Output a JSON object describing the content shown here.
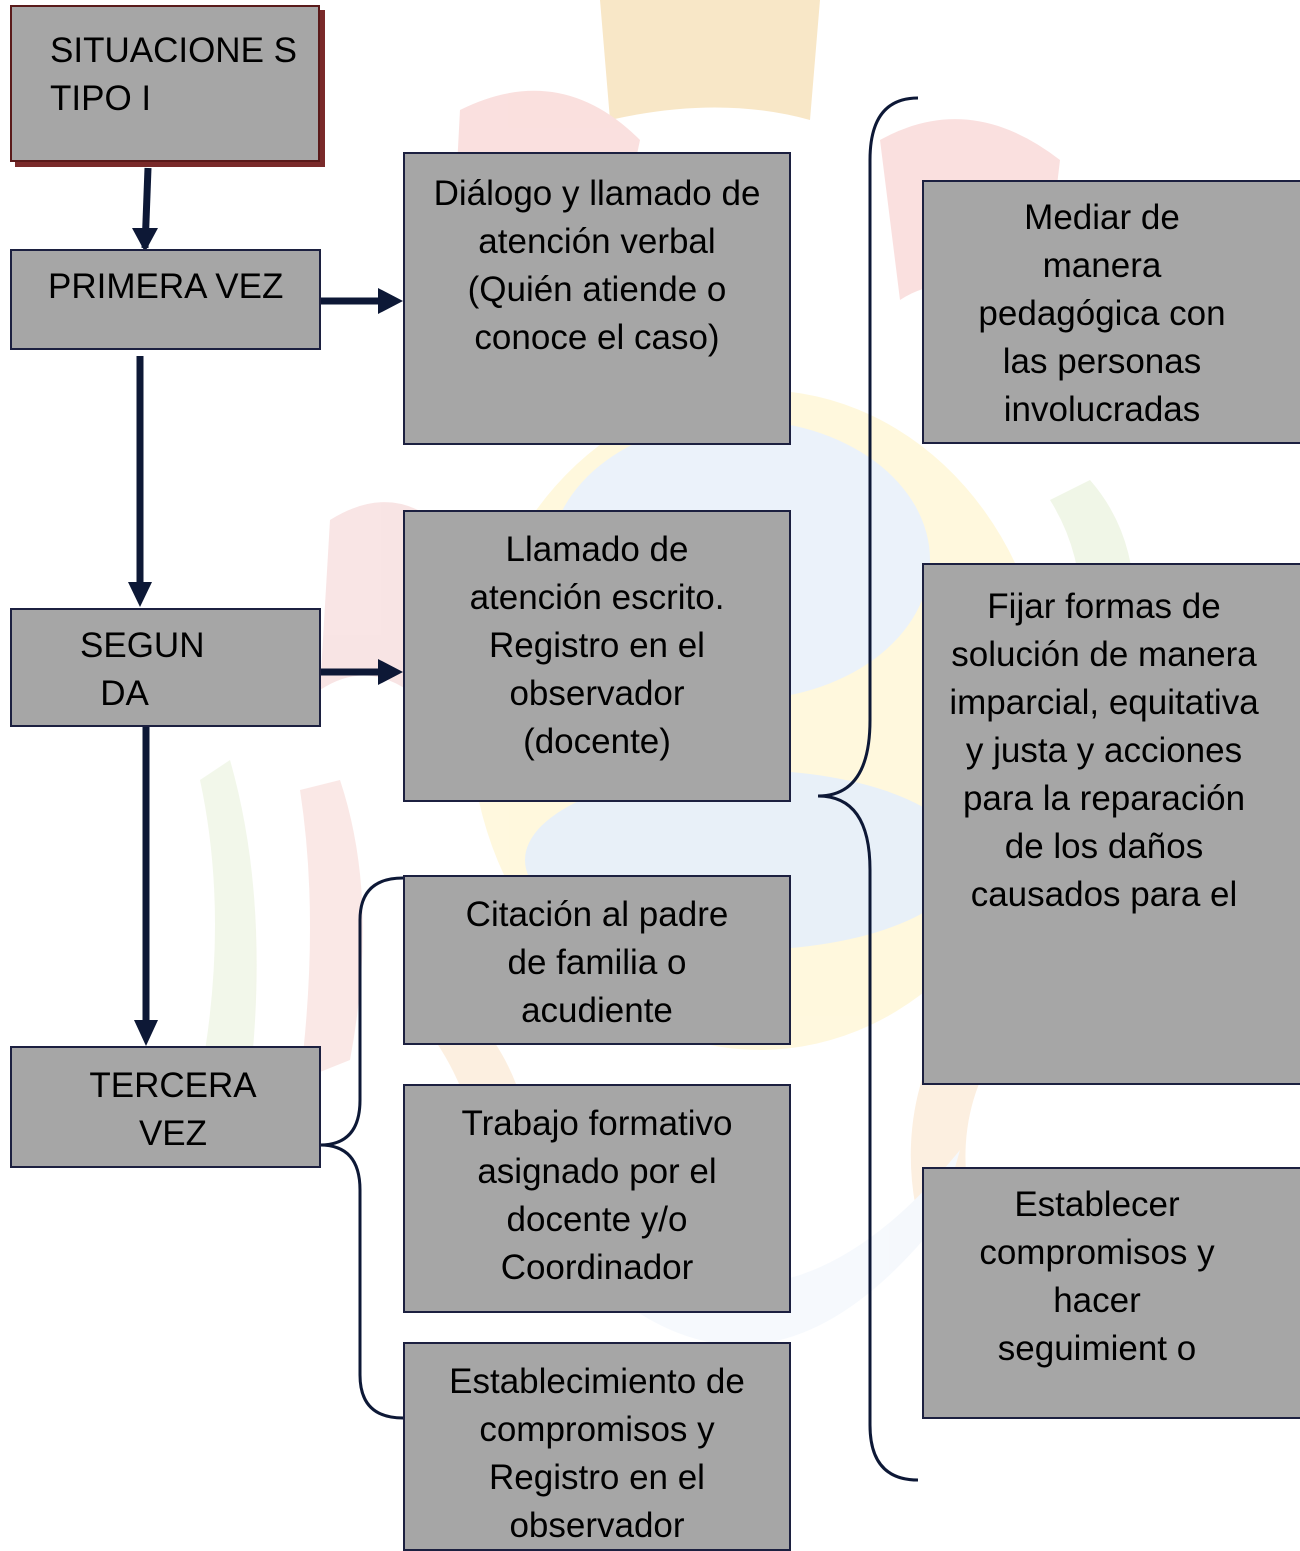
{
  "title_box": "SITUACIONE S TIPO I",
  "steps": {
    "first": "PRIMERA VEZ",
    "second": "SEGUN DA VEZ",
    "third": "TERCERA VEZ"
  },
  "actions": {
    "first": "Diálogo y llamado de atención verbal (Quién atiende o conoce el caso)",
    "second": "Llamado de atención escrito. Registro en el observador (docente)",
    "third_a": "Citación al padre de familia o acudiente",
    "third_b": "Trabajo formativo asignado por el docente y/o Coordinador",
    "third_c": "Establecimiento de compromisos y Registro en el observador"
  },
  "goals": {
    "a": "Mediar de manera pedagógica con las personas involucradas",
    "b": "Fijar formas de solución de manera imparcial, equitativa y justa y acciones para la reparación de los daños causados para el",
    "c": "Establecer compromisos y hacer seguimient o"
  },
  "colors": {
    "box_fill": "#a6a6a6",
    "box_border": "#1c2040",
    "arrow": "#0d1836",
    "title_shadow": "#7a2a2a"
  }
}
